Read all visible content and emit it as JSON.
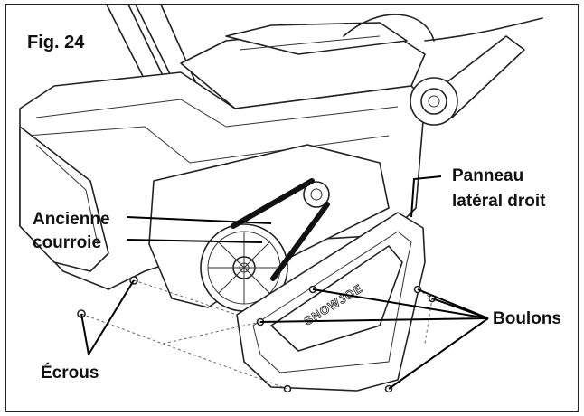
{
  "figure": {
    "label": "Fig. 24",
    "callouts": {
      "side_panel": [
        "Panneau",
        "latéral droit"
      ],
      "old_belt": [
        "Ancienne",
        "courroie"
      ],
      "bolts": "Boulons",
      "nuts": "Écrous"
    },
    "panel_brand": "SNOWJOE"
  }
}
